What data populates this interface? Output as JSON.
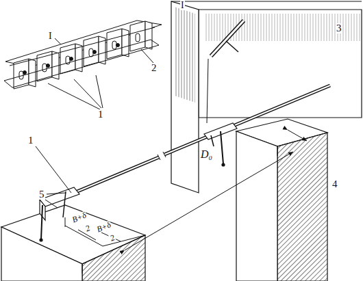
{
  "diagram": {
    "labels": [
      "I",
      "I",
      "3",
      "1",
      "2",
      "1",
      "5",
      "D₀",
      "B+δ",
      "2",
      "B+δ",
      "2",
      "4"
    ]
  }
}
